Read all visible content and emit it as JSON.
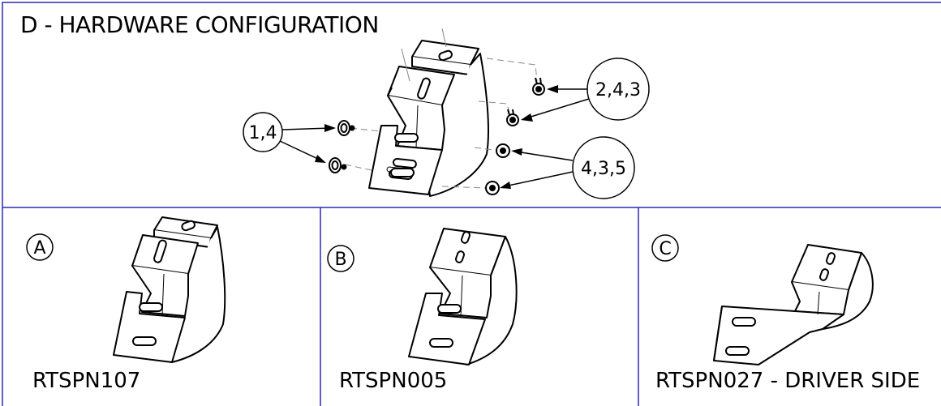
{
  "section_title": "D - HARDWARE CONFIGURATION",
  "callouts": {
    "left": "1,4",
    "upper_right": "2,4,3",
    "lower_right": "4,3,5"
  },
  "panels": [
    {
      "letter": "A",
      "part_number": "RTSPN107"
    },
    {
      "letter": "B",
      "part_number": "RTSPN005"
    },
    {
      "letter": "C",
      "part_number": "RTSPN027 - DRIVER SIDE"
    }
  ]
}
